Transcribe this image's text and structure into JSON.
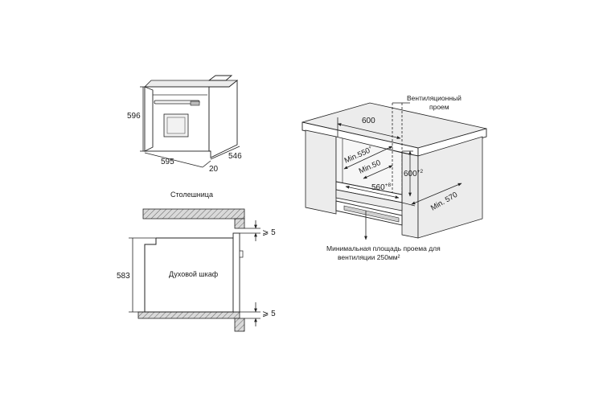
{
  "oven_view": {
    "height_label": "596",
    "width_label": "595",
    "depth_label": "546",
    "front_label": "20"
  },
  "section_view": {
    "countertop_label": "Столешница",
    "oven_label": "Духовой шкаф",
    "height_label": "583",
    "gap_top_label": "⩾ 5",
    "gap_bottom_label": "⩾ 5"
  },
  "cabinet_view": {
    "vent_opening_label_1": "Вентиляционный",
    "vent_opening_label_2": "проем",
    "width_label": "600",
    "min_550_label": "Min.550",
    "min_550_sup": "+",
    "min_50_label": "Min.50",
    "height_label": "600",
    "height_sup": "+2",
    "niche_width_label": "560",
    "niche_width_sup": "+8",
    "min_570_label": "Min. 570",
    "vent_area_label_1": "Минимальная площадь проема для",
    "vent_area_label_2": "вентиляции 250мм²"
  },
  "colors": {
    "line": "#222222",
    "fill_gray": "#d9d9d9",
    "hatch": "#555555"
  }
}
